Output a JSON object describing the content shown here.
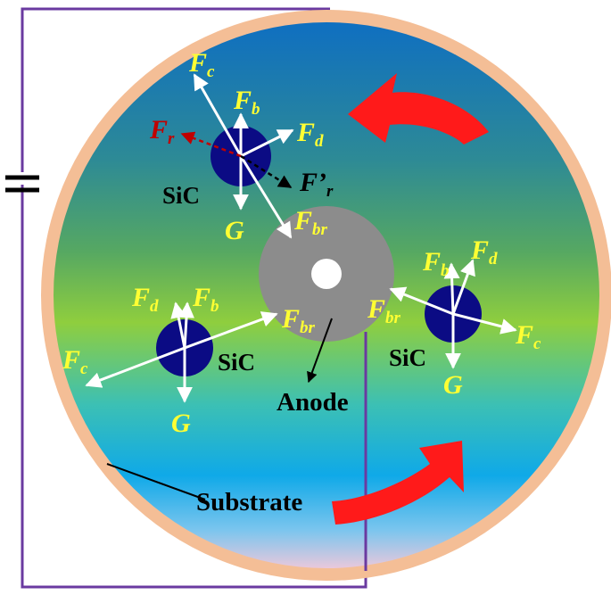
{
  "colors": {
    "rim": "#f4be96",
    "circuit": "#6a3aa0",
    "particle": "#0b0b84",
    "anode": "#8c8c8c",
    "force_label": "#ffff33",
    "repulsion": "#c00000",
    "rotation_arrow": "#ff1a1a"
  },
  "labels": {
    "sic": "SiC",
    "anode": "Anode",
    "substrate": "Substrate"
  },
  "forces": {
    "fc": "F",
    "fc_sub": "c",
    "fb": "F",
    "fb_sub": "b",
    "fd": "F",
    "fd_sub": "d",
    "fr": "F",
    "fr_sub": "r",
    "fr_prime": "F’",
    "fr_prime_sub": "r",
    "fbr": "F",
    "fbr_sub": "br",
    "g": "G"
  }
}
